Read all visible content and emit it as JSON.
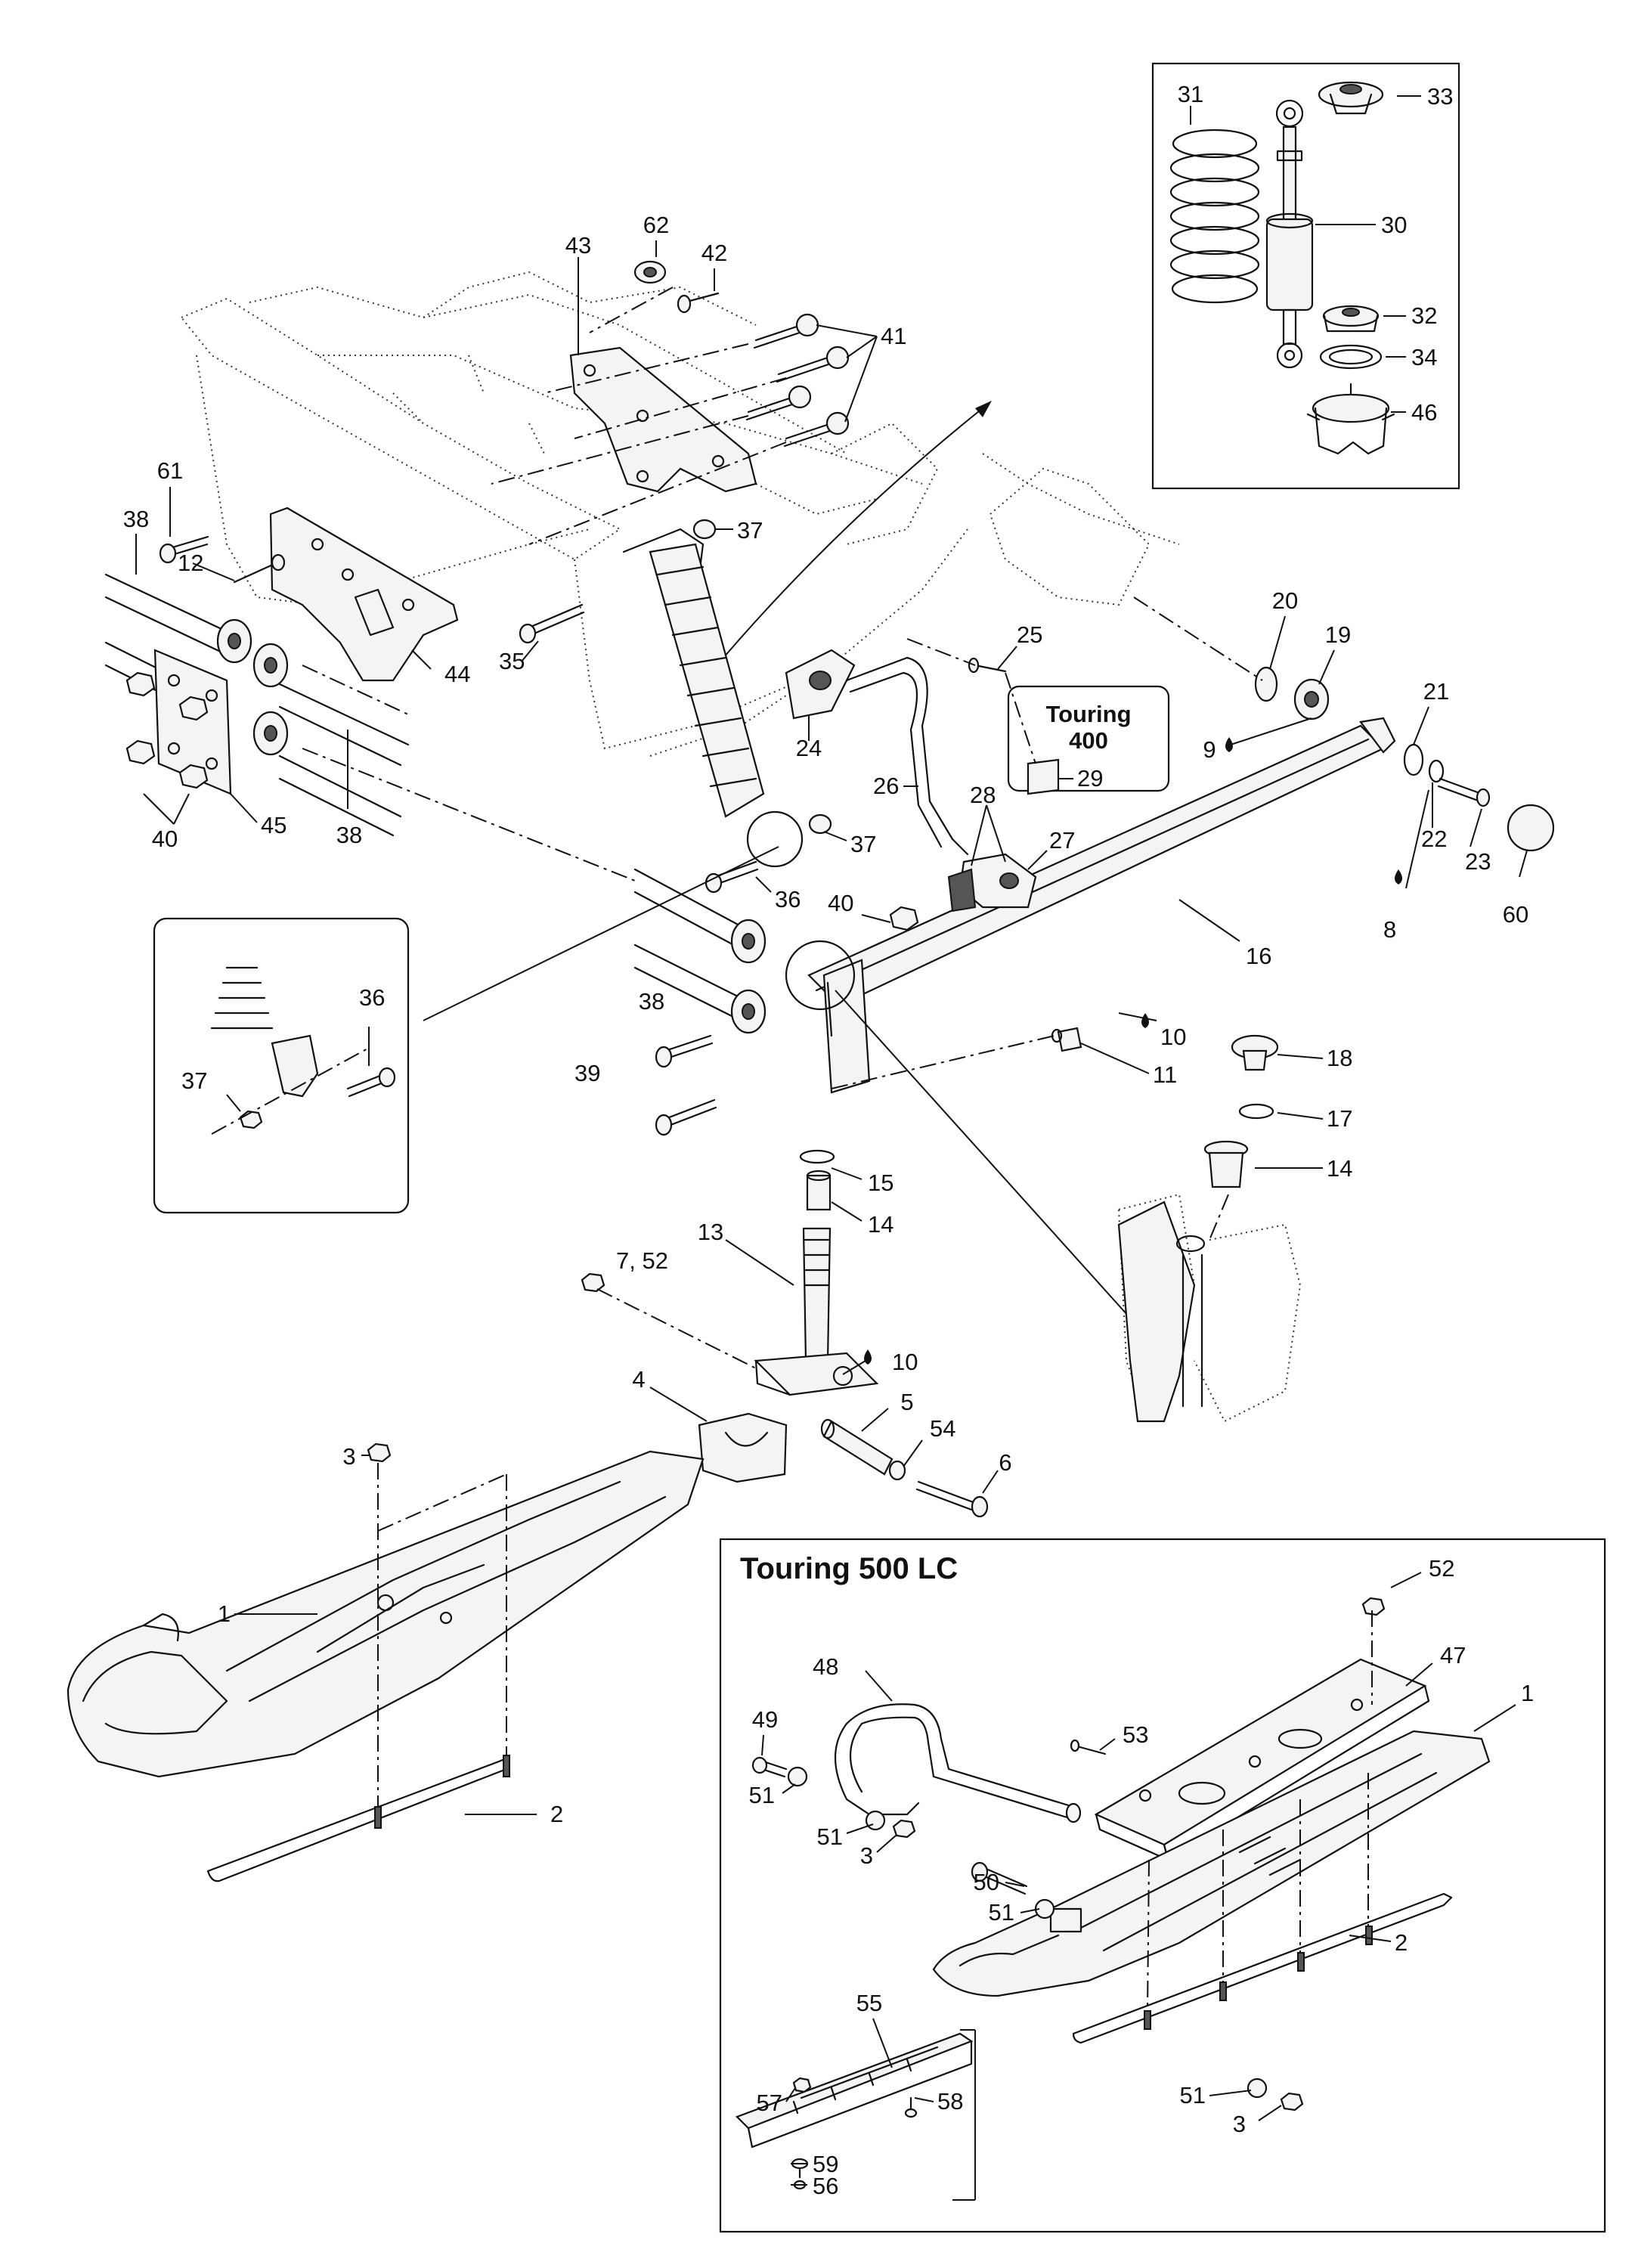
{
  "insets": {
    "touring_400": {
      "line1": "Touring",
      "line2": "400"
    },
    "touring_500lc": {
      "title": "Touring 500 LC"
    }
  },
  "callouts": {
    "c31": "31",
    "c33": "33",
    "c30": "30",
    "c32": "32",
    "c34": "34",
    "c46": "46",
    "c62": "62",
    "c43": "43",
    "c42": "42",
    "c41": "41",
    "c61": "61",
    "c38a": "38",
    "c12": "12",
    "c37a": "37",
    "c35": "35",
    "c44": "44",
    "c40a": "40",
    "c45": "45",
    "c38b": "38",
    "c20": "20",
    "c19": "19",
    "c25": "25",
    "c24": "24",
    "c9": "9",
    "c21": "21",
    "c29": "29",
    "c26": "26",
    "c28": "28",
    "c27": "27",
    "c22": "22",
    "c23": "23",
    "c8": "8",
    "c60": "60",
    "c37b": "37",
    "c36a": "36",
    "c40b": "40",
    "c16": "16",
    "c36b": "36",
    "c37c": "37",
    "c38c": "38",
    "c39": "39",
    "c10a": "10",
    "c11": "11",
    "c18": "18",
    "c17": "17",
    "c14a": "14",
    "c15": "15",
    "c14b": "14",
    "c13": "13",
    "c7_52": "7, 52",
    "c10b": "10",
    "c4": "4",
    "c5": "5",
    "c54": "54",
    "c6": "6",
    "c3a": "3",
    "c1a": "1",
    "c2a": "2",
    "c52": "52",
    "c47": "47",
    "c48": "48",
    "c1b": "1",
    "c49": "49",
    "c53": "53",
    "c51a": "51",
    "c51b": "51",
    "c3b": "3",
    "c50": "50",
    "c51c": "51",
    "c2b": "2",
    "c55": "55",
    "c57": "57",
    "c58": "58",
    "c59": "59",
    "c56": "56",
    "c51d": "51",
    "c3c": "3"
  }
}
